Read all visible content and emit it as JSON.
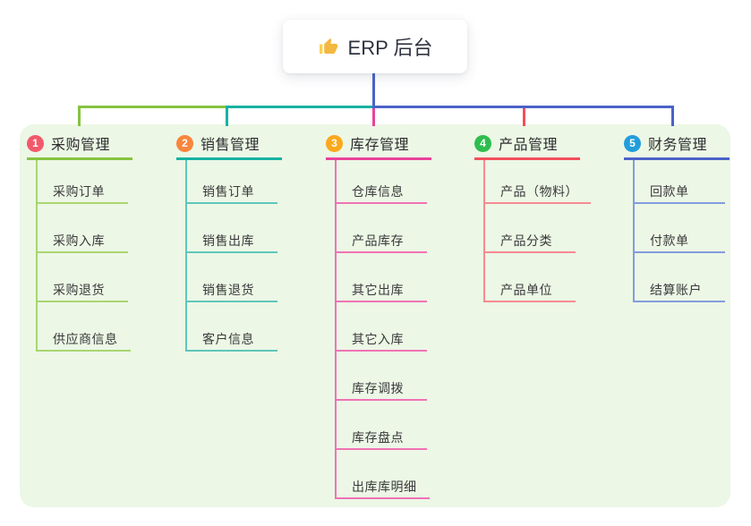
{
  "root": {
    "icon": "thumbs-up-icon",
    "label": "ERP 后台"
  },
  "branches": [
    {
      "num": "1",
      "label": "采购管理",
      "badge_color": "#f2596b",
      "line_color": "#85c440",
      "child_line_color": "#a9d66f",
      "children": [
        "采购订单",
        "采购入库",
        "采购退货",
        "供应商信息"
      ]
    },
    {
      "num": "2",
      "label": "销售管理",
      "badge_color": "#f9853d",
      "line_color": "#17b2a2",
      "child_line_color": "#5ec7ba",
      "children": [
        "销售订单",
        "销售出库",
        "销售退货",
        "客户信息"
      ]
    },
    {
      "num": "3",
      "label": "库存管理",
      "badge_color": "#fba81c",
      "line_color": "#e8439b",
      "child_line_color": "#f073b4",
      "children": [
        "仓库信息",
        "产品库存",
        "其它出库",
        "其它入库",
        "库存调拨",
        "库存盘点",
        "出库库明细"
      ]
    },
    {
      "num": "4",
      "label": "产品管理",
      "badge_color": "#2ebd4e",
      "line_color": "#f44e5c",
      "child_line_color": "#f78a92",
      "children": [
        "产品（物料）",
        "产品分类",
        "产品单位"
      ]
    },
    {
      "num": "5",
      "label": "财务管理",
      "badge_color": "#229ddb",
      "line_color": "#4a63c8",
      "child_line_color": "#839cdd",
      "children": [
        "回款单",
        "付款单",
        "结算账户"
      ]
    }
  ],
  "colors": {
    "panel_bg": "#ecf7e6",
    "root_connector": "#4a63c8",
    "card_bg": "#ffffff",
    "text": "#333333",
    "thumb_icon": "#f4b73f"
  }
}
